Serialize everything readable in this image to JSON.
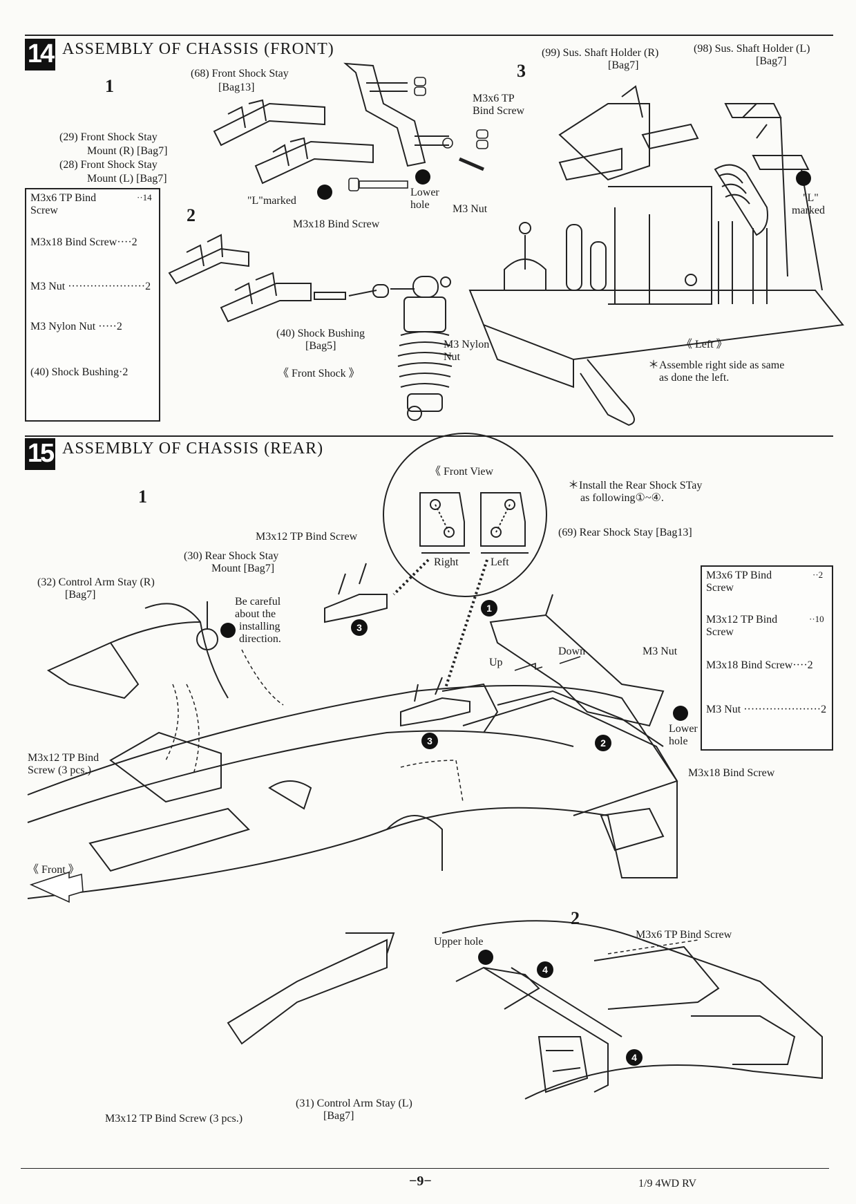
{
  "step14": {
    "number": "14",
    "title": "ASSEMBLY OF CHASSIS (FRONT)",
    "sub1": "1",
    "sub2": "2",
    "sub3": "3",
    "labels": {
      "front_shock_stay": "(68) Front Shock Stay",
      "front_shock_stay_bag": "[Bag13]",
      "m3x6_tp": "M3x6 TP",
      "bind_screw": "Bind Screw",
      "mount_r_1": "(29) Front Shock Stay",
      "mount_r_2": "Mount (R) [Bag7]",
      "mount_l_1": "(28) Front Shock Stay",
      "mount_l_2": "Mount (L) [Bag7]",
      "l_marked": "\"L\"marked",
      "lower": "Lower",
      "hole": "hole",
      "m3_nut": "M3 Nut",
      "m3x18_bind": "M3x18 Bind Screw",
      "shock_bushing": "(40) Shock Bushing",
      "shock_bushing_bag": "[Bag5]",
      "m3_nylon": "M3 Nylon",
      "nut": "Nut",
      "front_shock": "《 Front Shock 》",
      "sus_holder_r_1": "(99) Sus. Shaft Holder (R)",
      "sus_holder_r_bag": "[Bag7]",
      "sus_holder_l_1": "(98) Sus. Shaft Holder (L)",
      "sus_holder_l_bag": "[Bag7]",
      "l_marked_q": "\"L\"",
      "marked": "marked",
      "left": "《 Left 》",
      "assemble_note_1": "＊Assemble right side as same",
      "assemble_note_2": "as done the left."
    },
    "parts": [
      {
        "name": "M3x6 TP Bind",
        "name2": "Screw",
        "qty": "··14"
      },
      {
        "name": "M3x18 Bind Screw····2",
        "qty": ""
      },
      {
        "name": "M3 Nut ·····················2",
        "qty": ""
      },
      {
        "name": "M3 Nylon Nut ·····2",
        "qty": ""
      },
      {
        "name": "(40) Shock Bushing·2",
        "qty": ""
      }
    ]
  },
  "step15": {
    "number": "15",
    "title": "ASSEMBLY OF CHASSIS (REAR)",
    "sub1": "1",
    "sub2": "2",
    "labels": {
      "front_view": "《 Front View",
      "right": "Right",
      "left": "Left",
      "install_note_1": "＊Install the Rear Shock STay",
      "install_note_2": "as following①~④.",
      "rear_shock_stay": "(69) Rear Shock Stay [Bag13]",
      "m3x12_tp": "M3x12 TP Bind Screw",
      "rear_mount_1": "(30) Rear Shock Stay",
      "rear_mount_2": "Mount [Bag7]",
      "ctrl_arm_r_1": "(32) Control Arm Stay (R)",
      "ctrl_arm_r_bag": "[Bag7]",
      "careful_1": "Be careful",
      "careful_2": "about the",
      "careful_3": "installing",
      "careful_4": "direction.",
      "up": "Up",
      "down": "Down",
      "m3_nut": "M3 Nut",
      "lower": "Lower",
      "hole": "hole",
      "m3x18": "M3x18 Bind Screw",
      "m3x12_3pcs_1": "M3x12 TP Bind",
      "m3x12_3pcs_2": "Screw (3 pcs.)",
      "front": "《 Front 》",
      "upper_hole": "Upper hole",
      "m3x6_bind": "M3x6 TP Bind Screw",
      "m3x12_3pcs_b": "M3x12 TP Bind Screw (3 pcs.)",
      "ctrl_arm_l_1": "(31) Control Arm Stay (L)",
      "ctrl_arm_l_bag": "[Bag7]",
      "callout_1": "1",
      "callout_2": "2",
      "callout_3": "3",
      "callout_4": "4"
    },
    "parts": [
      {
        "name": "M3x6 TP Bind",
        "name2": "Screw",
        "qty": "··2"
      },
      {
        "name": "M3x12 TP Bind",
        "name2": "Screw",
        "qty": "··10"
      },
      {
        "name": "M3x18 Bind Screw····2",
        "qty": ""
      },
      {
        "name": "M3 Nut ·····················2",
        "qty": ""
      }
    ]
  },
  "footer": {
    "page": "−9−",
    "model": "1/9  4WD RV"
  }
}
